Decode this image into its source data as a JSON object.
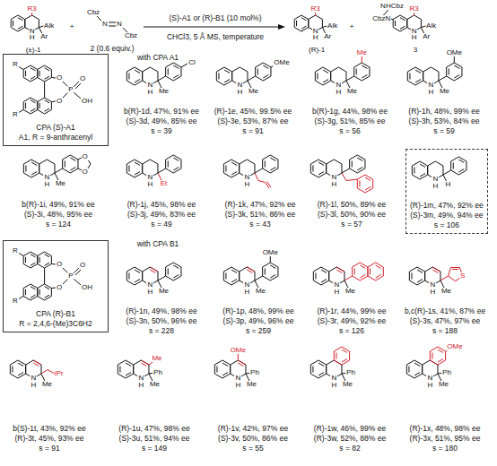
{
  "diagram": {
    "nodes": [
      {
        "text": [
          "CPA (S)-A1",
          "A1, R = 9-anthracenyl"
        ]
      },
      {
        "text": [
          "(R)-1m, 47%, 92% ee",
          "(S)-3m, 49%, 94% ee",
          "s = 106"
        ]
      },
      {
        "text": [
          "CPA (R)-B1",
          "R = 2,4,6-(Me)3C6H2"
        ]
      }
    ],
    "labels": [
      "R3",
      "Alk",
      "Ar",
      "N",
      "H",
      "(±)-1",
      "+",
      "Cbz",
      "N",
      "N",
      "Cbz",
      "2 (0.6 equiv.)",
      "(S)-A1 or (R)-B1 (10 mol%)",
      "CHCl3, 5 Å MS, temperature",
      "R3",
      "Alk",
      "Ar",
      "N",
      "H",
      "(R)-1",
      "+",
      "NHCbz",
      "CbzN",
      "R3",
      "Alk",
      "Ar",
      "N",
      "H",
      "3",
      "with CPA A1",
      "R",
      "O",
      "O",
      "P",
      "O",
      "OH",
      "R",
      "b(R)-1d, 47%, 91% ee",
      "(S)-3d, 49%, 85% ee",
      "s = 39",
      "N",
      "H",
      "Me",
      "Cl",
      "(R)-1e, 45%, 99.5% ee",
      "(S)-3e, 53%, 87% ee",
      "s = 91",
      "N",
      "H",
      "Me",
      "OMe",
      "b(R)-1g, 44%, 98% ee",
      "(S)-3g, 51%, 85% ee",
      "s = 56",
      "N",
      "H",
      "Me",
      "Me",
      "(R)-1h, 48%, 99% ee",
      "(S)-3h, 53%, 84% ee",
      "s = 59",
      "N",
      "H",
      "Me",
      "OMe",
      "b(R)-1i, 49%, 91% ee",
      "(S)-3i, 48%, 95% ee",
      "s = 124",
      "N",
      "H",
      "Me",
      "O",
      "O",
      "(R)-1j, 45%, 98% ee",
      "(S)-3j, 49%, 83% ee",
      "s = 49",
      "N",
      "H",
      "Et",
      "(R)-1k, 47%, 92% ee",
      "(S)-3k, 51%, 86% ee",
      "s = 43",
      "N",
      "H",
      "(R)-1l, 50%, 89% ee",
      "(S)-3l, 50%, 90% ee",
      "s = 57",
      "N",
      "H",
      "N",
      "H",
      "H",
      "with CPA B1",
      "R",
      "O",
      "O",
      "P",
      "O",
      "OH",
      "R",
      "(R)-1n, 49%, 98% ee",
      "(S)-3n, 50%, 96% ee",
      "s = 228",
      "N",
      "H",
      "Me",
      "(R)-1p, 48%, 99% ee",
      "(S)-3p, 49%, 96% ee",
      "s = 259",
      "N",
      "H",
      "Me",
      "OMe",
      "(R)-1r, 44%, 99% ee",
      "(S)-3r, 49%, 92% ee",
      "s = 126",
      "N",
      "H",
      "Me",
      "b,c(R)-1s, 41%, 87% ee",
      "(S)-3s, 47%, 97% ee",
      "s = 188",
      "N",
      "H",
      "Me",
      "S",
      "b(S)-1t, 43%, 92% ee",
      "(R)-3t, 45%, 93% ee",
      "s = 91",
      "N",
      "H",
      "Me",
      "iPr",
      "(R)-1u, 47%, 98% ee",
      "(S)-3u, 51%, 94% ee",
      "s = 149",
      "N",
      "H",
      "Me",
      "Ph",
      "Me",
      "(R)-1v, 42%, 97% ee",
      "(S)-3v, 50%, 86% ee",
      "s = 55",
      "N",
      "H",
      "OMe",
      "Ph",
      "Me",
      "(R)-1w, 46%, 99% ee",
      "(R)-3w, 52%, 88% ee",
      "s = 82",
      "N",
      "H",
      "Ph",
      "Me",
      "(R)-1x, 48%, 98% ee",
      "(R)-3x, 51%, 95% ee",
      "s = 180",
      "N",
      "H",
      "OMe",
      "Ph",
      "Me"
    ]
  }
}
